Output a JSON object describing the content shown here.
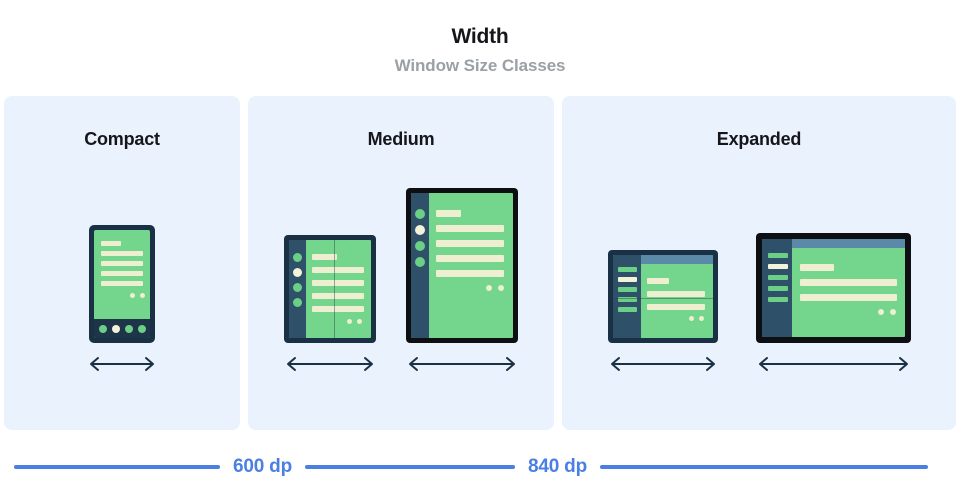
{
  "header": {
    "title": "Width",
    "subtitle": "Window Size Classes"
  },
  "panels": [
    {
      "key": "compact",
      "label": "Compact",
      "devices": [
        {
          "name": "phone-portrait",
          "type": "phone",
          "orientation": "portrait"
        }
      ]
    },
    {
      "key": "medium",
      "label": "Medium",
      "devices": [
        {
          "name": "foldable-portrait",
          "type": "foldable",
          "orientation": "portrait"
        },
        {
          "name": "tablet-portrait",
          "type": "tablet",
          "orientation": "portrait"
        }
      ]
    },
    {
      "key": "expanded",
      "label": "Expanded",
      "devices": [
        {
          "name": "foldable-landscape",
          "type": "foldable",
          "orientation": "landscape"
        },
        {
          "name": "tablet-landscape",
          "type": "tablet",
          "orientation": "landscape"
        }
      ]
    }
  ],
  "scale": {
    "breakpoints": [
      "600 dp",
      "840 dp"
    ],
    "color": "#4a7fe3"
  },
  "colors": {
    "panel_background": "#eaf2fd",
    "page_background": "#ffffff",
    "device_frame_navy": "#1a3045",
    "device_frame_black": "#0d0f12",
    "screen_green": "#74d68c",
    "content_cream": "#edefd0",
    "rail_slate": "#2e5068",
    "topbar_steel": "#5b89a8",
    "title_text": "#16161a",
    "subtitle_text": "#9aa0a6"
  },
  "icons": {
    "width_arrow": "double-headed-horizontal-arrow"
  }
}
